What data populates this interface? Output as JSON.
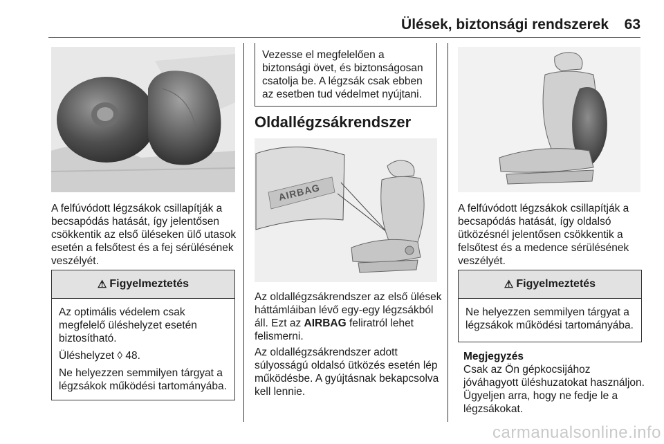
{
  "header": {
    "title": "Ülések, biztonsági rendszerek",
    "page_number": "63"
  },
  "col1": {
    "figure_caption": "A felfúvódott légzsákok csillapítják a becsapódás hatását, így jelentősen csökkentik az első üléseken ülő utasok esetén a felsőtest és a fej sérülésének veszélyét.",
    "warning": {
      "icon": "warning-triangle-icon",
      "title": "Figyelmeztetés",
      "paragraphs": [
        "Az optimális védelem csak megfelelő üléshelyzet esetén biztosítható.",
        "Üléshelyzet ◊ 48.",
        "Ne helyezzen semmilyen tárgyat a légzsákok működési tartományába."
      ]
    }
  },
  "col2": {
    "box_text": "Vezesse el megfelelően a biztonsági övet, és biztonságosan csatolja be. A légzsák csak ebben az esetben tud védelmet nyújtani.",
    "heading": "Oldallégzsákrendszer",
    "figure_label": "AIRBAG",
    "para1_before": "Az oldallégzsákrendszer az első ülések háttámláiban lévő egy-egy légzsákból áll. Ezt az ",
    "para1_bold": "AIRBAG",
    "para1_after": " feliratról lehet felismerni.",
    "para2": "Az oldallégzsákrendszer adott súlyosságú oldalsó ütközés esetén lép működésbe. A gyújtásnak bekapcsolva kell lennie."
  },
  "col3": {
    "figure_caption": "A felfúvódott légzsákok csillapítják a becsapódás hatását, így oldalsó ütközésnél jelentősen csökkentik a felsőtest és a medence sérülésének veszélyét.",
    "warning": {
      "title": "Figyelmeztetés",
      "text": "Ne helyezzen semmilyen tárgyat a légzsákok működési tartományába."
    },
    "note": {
      "title": "Megjegyzés",
      "text": "Csak az Ön gépkocsijához jóváhagyott üléshuzatokat használjon. Ügyeljen arra, hogy ne fedje le a légzsákokat."
    }
  },
  "watermark": "carmanualsonline.info"
}
